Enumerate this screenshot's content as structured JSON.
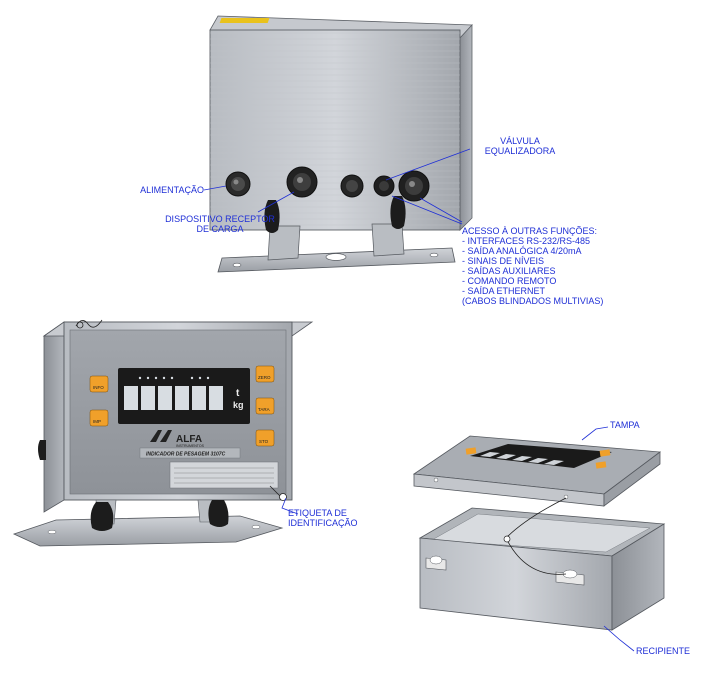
{
  "colors": {
    "label": "#1f2fd6",
    "leader": "#1f2fd6",
    "metal_light": "#c9ccd1",
    "metal_mid": "#a9adb3",
    "metal_dark": "#6e7278",
    "panel": "#9ea2a8",
    "display": "#1a1a1a",
    "button": "#f0a02a",
    "rubber": "#1c1c1c"
  },
  "labels": {
    "alimentacao": "ALIMENTAÇÃO",
    "dispositivo_line1": "DISPOSITIVO RECEPTOR",
    "dispositivo_line2": "DE CARGA",
    "valvula_line1": "VÁLVULA",
    "valvula_line2": "EQUALIZADORA",
    "acesso_title": "ACESSO À OUTRAS FUNÇÕES:",
    "acesso_items": [
      "- INTERFACES RS-232/RS-485",
      "- SAÍDA ANALÓGICA 4/20mA",
      "- SINAIS DE NÍVEIS",
      "- SAÍDAS AUXILIARES",
      "- COMANDO REMOTO",
      "- SAÍDA ETHERNET",
      "(CABOS BLINDADOS MULTIVIAS)"
    ],
    "etiqueta_line1": "ETIQUETA DE",
    "etiqueta_line2": "IDENTIFICAÇÃO",
    "tampa": "TAMPA",
    "recipiente": "RECIPIENTE"
  },
  "device": {
    "brand": "ALFA",
    "brand_sub": "INSTRUMENTOS",
    "model": "INDICADOR DE PESAGEM 3107C",
    "unit_top": "t",
    "unit_bottom": "kg",
    "btn_zero": "ZERO",
    "btn_tara": "TARA",
    "btn_info": "INFO",
    "btn_imp": "IMP",
    "btn_sto": "STO"
  }
}
